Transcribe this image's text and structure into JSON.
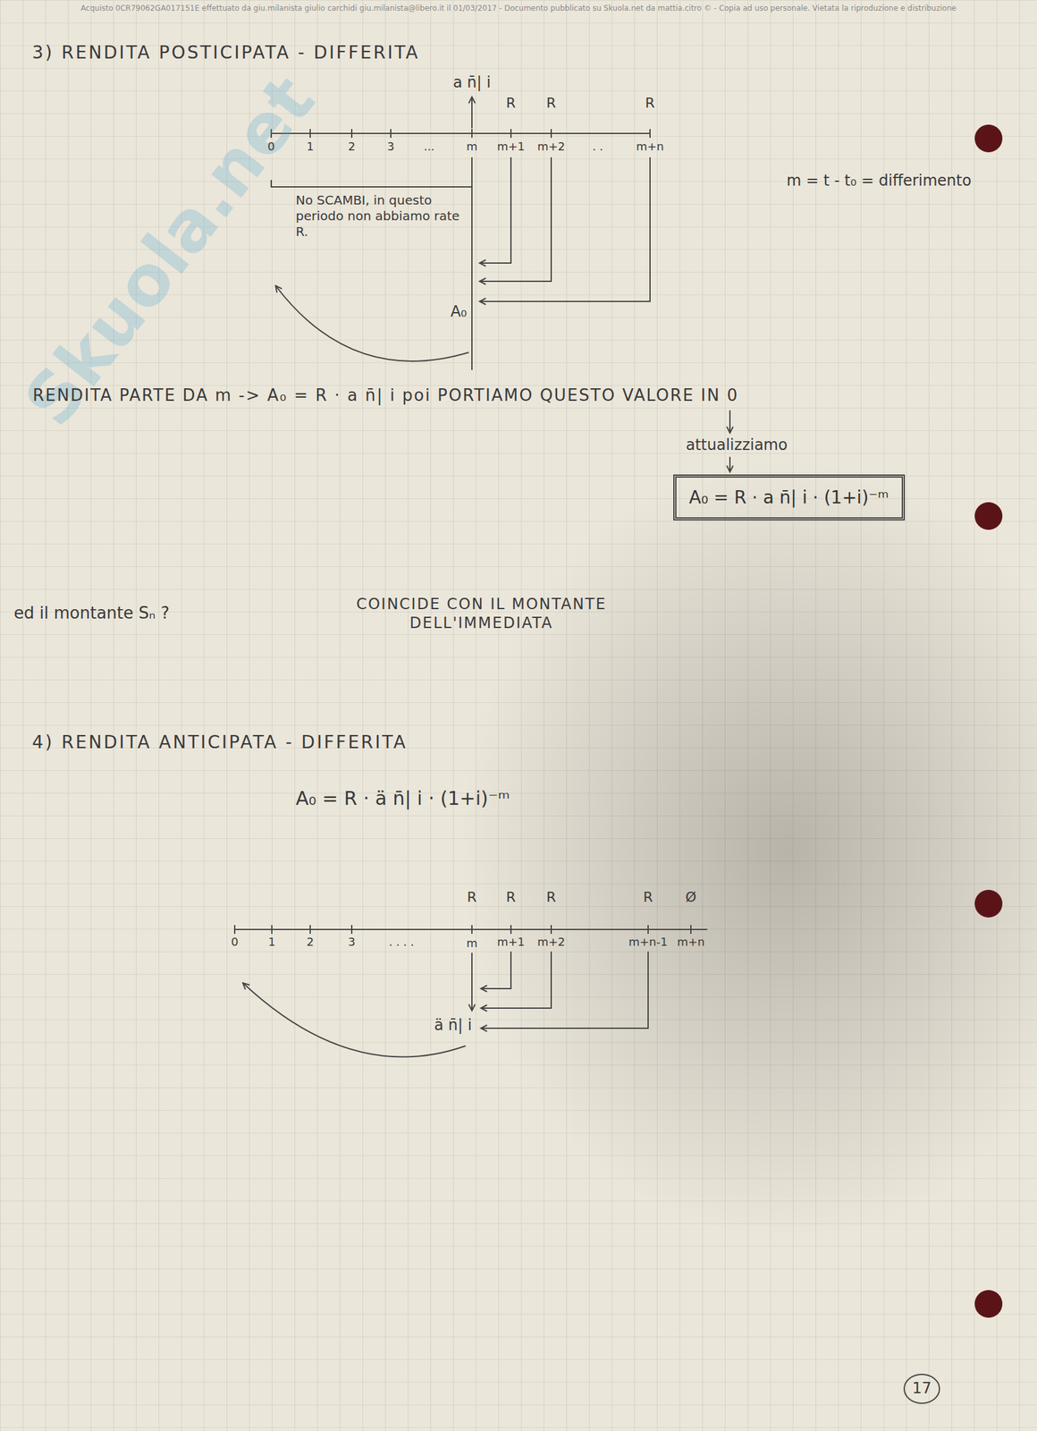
{
  "diagram": {
    "nodes": [
      {
        "text": [
          "A₀ = R · a n̄| i · (1+i)⁻ᵐ"
        ]
      }
    ],
    "labels": [
      "Acquisto 0CR79062GA017151E effettuato da giu.milanista giulio carchidi giu.milanista@libero.it il 01/03/2017 - Documento pubblicato su Skuola.net da mattia.citro © - Copia ad uso personale. Vietata la riproduzione e distribuzione",
      "Skuola.net",
      "3) RENDITA POSTICIPATA - DIFFERITA",
      "a n̄| i",
      "R",
      "R",
      "R",
      "0",
      "1",
      "2",
      "3",
      "...",
      "m",
      "m+1",
      "m+2",
      ". .",
      "m+n",
      "No SCAMBI, in questo periodo non abbiamo rate R.",
      "A₀",
      "m = t - t₀ = differimento",
      "RENDITA PARTE DA m -> A₀ = R · a n̄| i poi PORTIAMO QUESTO VALORE IN 0",
      "attualizziamo",
      "ed il montante Sₙ ?",
      "COINCIDE CON IL MONTANTE DELL'IMMEDIATA",
      "4) RENDITA ANTICIPATA - DIFFERITA",
      "A₀ = R · ä n̄| i · (1+i)⁻ᵐ",
      "R",
      "R",
      "R",
      "R",
      "Ø",
      "0",
      "1",
      "2",
      "3",
      ". . . .",
      "m",
      "m+1",
      "m+2",
      "m+n-1",
      "m+n",
      "ä n̄| i",
      "17"
    ]
  }
}
